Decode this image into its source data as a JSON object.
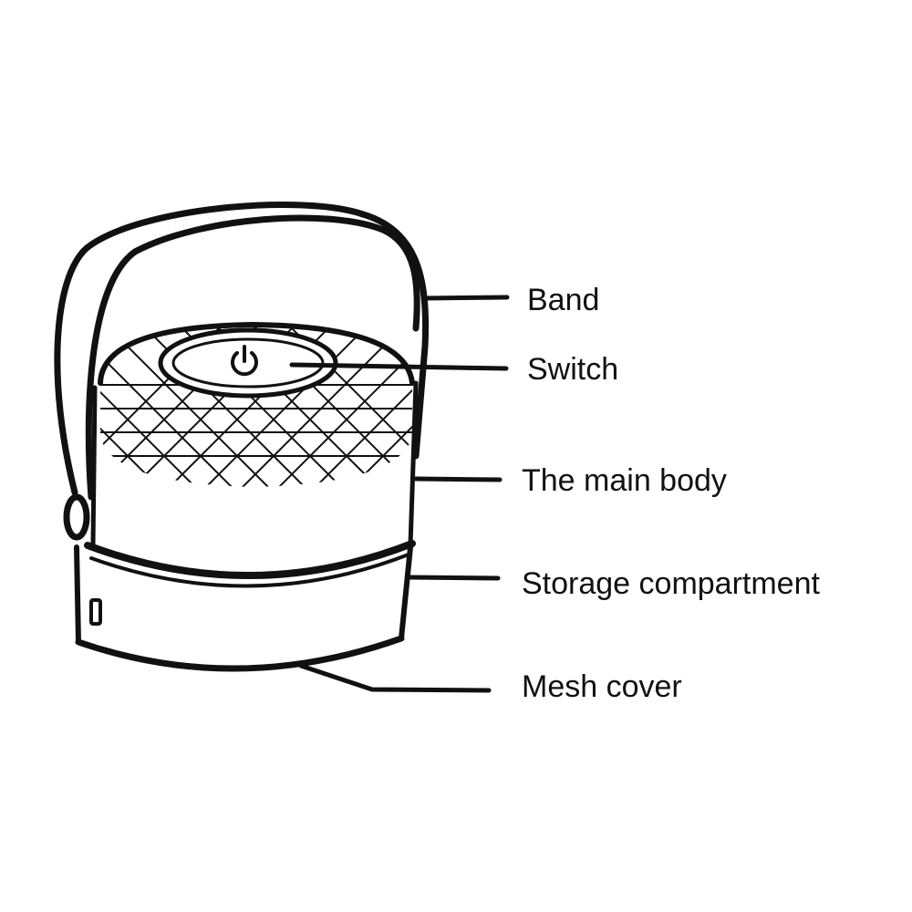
{
  "colors": {
    "outline": "#111111",
    "background": "#ffffff"
  },
  "labels": {
    "band": "Band",
    "switch": "Switch",
    "main_body": "The main body",
    "storage_compartment": "Storage compartment",
    "mesh_cover": "Mesh cover"
  },
  "icons": {
    "switch": "power-icon"
  }
}
